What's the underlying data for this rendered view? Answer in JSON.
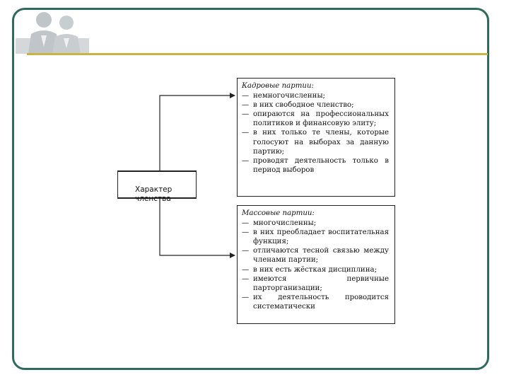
{
  "diagram": {
    "center_label": "Характер\nчленства",
    "groups": [
      {
        "title": "Кадровые партии:",
        "items": [
          "немногочисленны;",
          "в них свободное членство;",
          "опираются на профессиональных политиков и финансовую элиту;",
          "в них только те члены, которые голосуют на выборах за данную партию;",
          "проводят деятельность только в период выборов"
        ]
      },
      {
        "title": "Массовые партии:",
        "items": [
          "многочисленны;",
          "в них преобладает воспитательная функция;",
          "отличаются тесной связью между членами партии;",
          "в них есть жёсткая дисциплина;",
          "имеются первичные парторганизации;",
          "их деятельность проводится систематически"
        ]
      }
    ]
  },
  "theme": {
    "frame": "#2f6b5a",
    "rule": "#c9b441",
    "logo": "#cfd3d6"
  }
}
